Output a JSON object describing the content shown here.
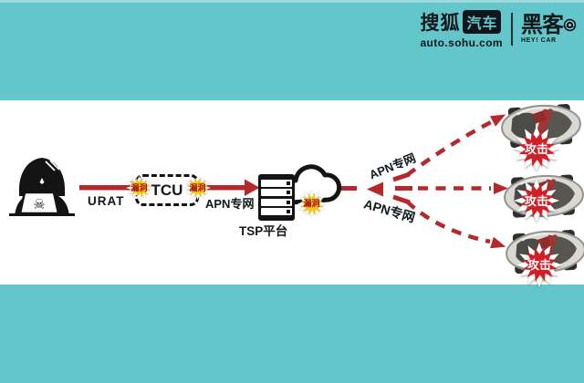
{
  "colors": {
    "background": "#63c6cb",
    "band": "#ffffff",
    "arrow_red": "#b5292c",
    "vuln_yellow": "#f2c318",
    "attack_red": "#cf2028",
    "ink": "#141414"
  },
  "icons": {
    "skull": "☠",
    "hacker": "hooded-hacker-with-laptop",
    "cloud": "cloud",
    "server": "server-rack",
    "car": "car-top-cutaway",
    "steering_wheel": "steering-wheel"
  },
  "header": {
    "sohu_logo": {
      "text": "搜狐",
      "badge": "汽车",
      "domain": "auto.sohu.com"
    },
    "heycar_logo": {
      "text": "黑客",
      "tagline": "HEY! CAR"
    }
  },
  "diagram": {
    "links": {
      "urat": "URAT",
      "apn": "APN专网"
    },
    "tcu_label": "TCU",
    "tsp_label": "TSP平台",
    "vulns": [
      {
        "label": "漏洞"
      },
      {
        "label": "漏洞"
      },
      {
        "label": "漏洞"
      }
    ],
    "branches": {
      "top_label": "APN专网",
      "bottom_label": "APN专网"
    },
    "attacks": [
      {
        "label": "攻击"
      },
      {
        "label": "攻击"
      },
      {
        "label": "攻击"
      }
    ]
  }
}
